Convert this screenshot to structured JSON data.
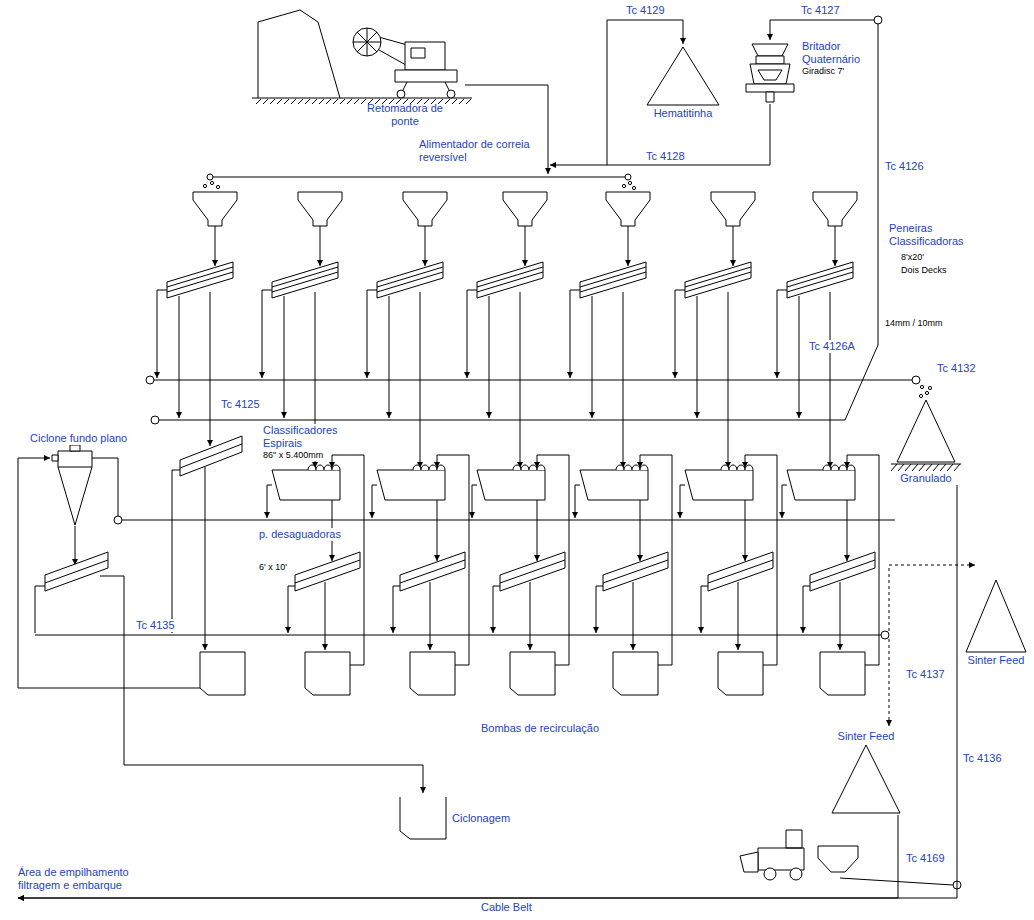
{
  "diagram": {
    "nodes": [
      {
        "text": [
          "Retomadora de ponte"
        ]
      },
      {
        "text": [
          "Hematitinha"
        ]
      },
      {
        "text": [
          "Britador Quaternário",
          "Giradisc 7'"
        ]
      },
      {
        "text": [
          "Granulado"
        ]
      },
      {
        "text": [
          "Sinter Feed"
        ]
      },
      {
        "text": [
          "Sinter Feed"
        ]
      },
      {
        "text": [
          "Ciclone fundo plano"
        ]
      },
      {
        "text": [
          "Ciclonagem"
        ]
      },
      {
        "text": [
          "Área de empilhamento filtragem e embarque"
        ]
      }
    ],
    "edges": [
      {
        "from": 3,
        "to": 8,
        "arrow": "to",
        "label": "Tc 4136"
      },
      {
        "from": 5,
        "to": 8,
        "arrow": "to",
        "label": "Cable Belt"
      }
    ],
    "labels": [
      "Tc 4129",
      "Tc 4127",
      "Alimentador de correia reversível",
      "Tc 4128",
      "Tc 4126",
      "Peneiras Classificadoras",
      "8'x20'",
      "Dois Decks",
      "14mm / 10mm",
      "Tc 4126A",
      "Tc 4132",
      "Tc 4125",
      "Classificadores Espirais",
      "86\" x 5.400mm",
      "p. desaguadoras",
      "6' x 10'",
      "Tc 4135",
      "Tc 4137",
      "Bombas de recirculação",
      "Tc 4169"
    ]
  }
}
